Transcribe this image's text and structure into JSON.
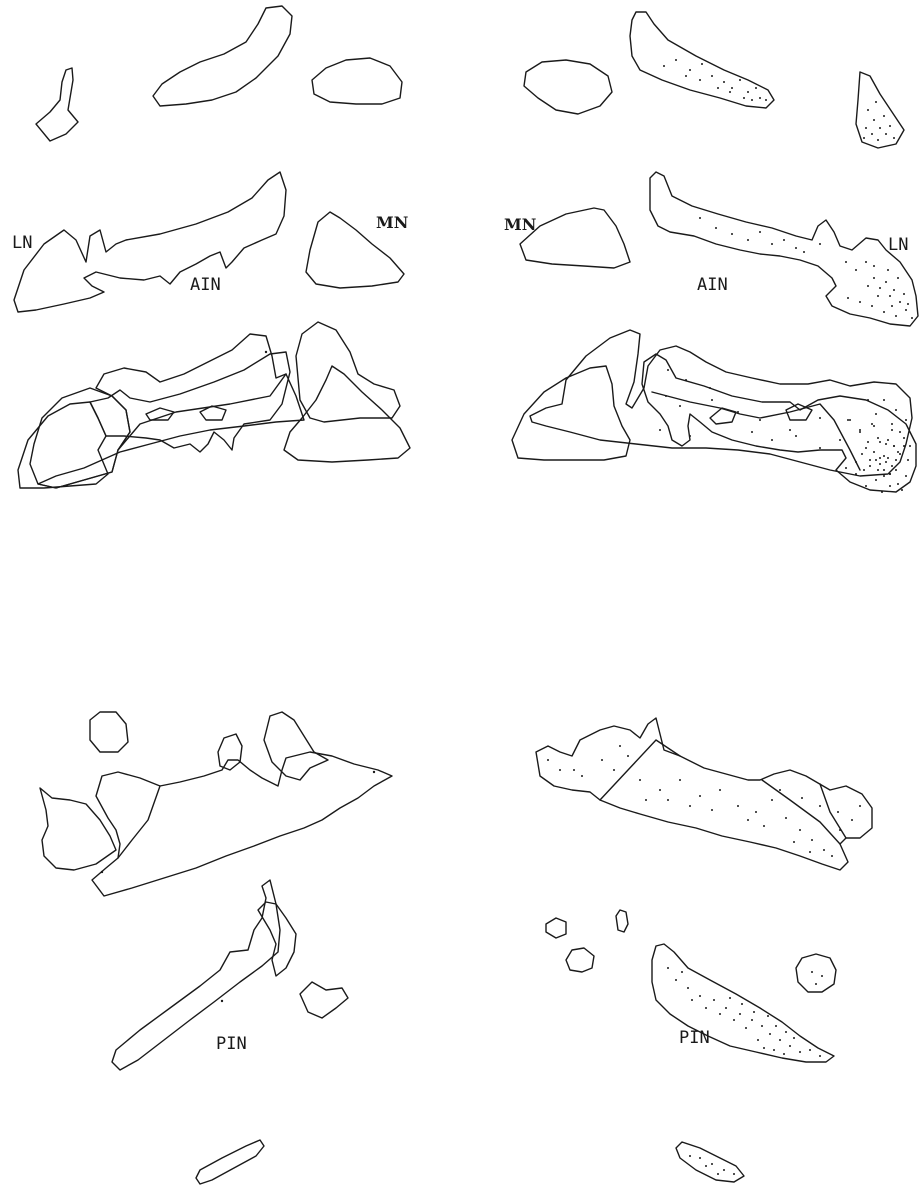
{
  "labels": {
    "ln": "LN",
    "mn": "MN",
    "ain": "AIN",
    "pin": "PIN"
  },
  "colors": {
    "stroke": "#1a1a1a",
    "stipple": "#1a1a1a",
    "background": "#ffffff"
  },
  "stipple_density": {
    "sec1_elongate_right": "light",
    "sec1_small_right": "dense",
    "sec2_ln_right": "dense",
    "sec3_tip_right": "very dense",
    "sec4_tip_right": "very dense",
    "sec5_complex_right": "moderate",
    "sec6_pin_right": "dense",
    "sec7_rod_right": "light"
  }
}
